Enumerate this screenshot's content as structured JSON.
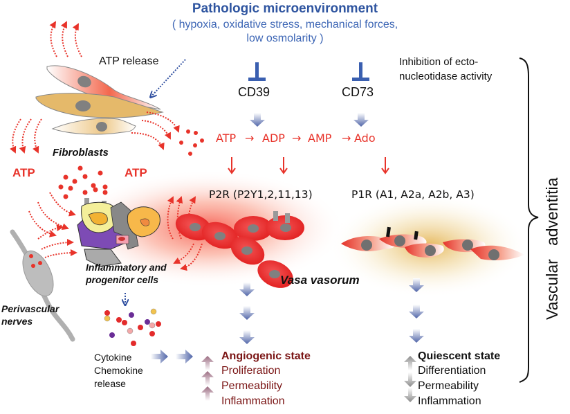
{
  "header": {
    "title": "Pathologic microenvironment",
    "subtitle_line1": "( hypoxia, oxidative stress, mechanical forces,",
    "subtitle_line2": "low osmolarity )"
  },
  "labels": {
    "atp_release": "ATP release",
    "inhibition_line1": "Inhibition of ecto-",
    "inhibition_line2": "nucleotidase activity",
    "cd39": "CD39",
    "cd73": "CD73",
    "fibroblasts": "Fibroblasts",
    "atp_left": "ATP",
    "atp_middle": "ATP",
    "inflammatory_line1": "Inflammatory and",
    "inflammatory_line2": "progenitor cells",
    "perivascular_line1": "Perivascular",
    "perivascular_line2": "nerves",
    "vasa_vasorum": "Vasa vasorum",
    "cytokine_line1": "Cytokine",
    "cytokine_line2": "Chemokine",
    "cytokine_line3": "release",
    "vascular_adventitia": "Vascular   adventitia"
  },
  "pathway": {
    "steps": [
      "ATP",
      "ADP",
      "AMP",
      "Ado"
    ],
    "arrow_glyph": "→"
  },
  "receptors": {
    "p2r": "P2R (P2Y1,2,11,13)",
    "p1r": "P1R (A1, A2a, A2b, A3)"
  },
  "angiogenic": {
    "title": "Angiogenic state",
    "items": [
      {
        "label": "Proliferation",
        "direction": "up"
      },
      {
        "label": "Permeability",
        "direction": "up"
      },
      {
        "label": "Inflammation",
        "direction": "up"
      }
    ]
  },
  "quiescent": {
    "title": "Quiescent state",
    "items": [
      {
        "label": "Differentiation",
        "direction": "up"
      },
      {
        "label": "Permeability",
        "direction": "down"
      },
      {
        "label": "Inflammation",
        "direction": "down"
      }
    ]
  },
  "colors": {
    "title_blue": "#2f55a0",
    "atp_red": "#e8332a",
    "angiogenic_dark_red": "#7a1414",
    "inhibitor_blue": "#3a5fb0",
    "vessel_red": "#e32b2b"
  }
}
